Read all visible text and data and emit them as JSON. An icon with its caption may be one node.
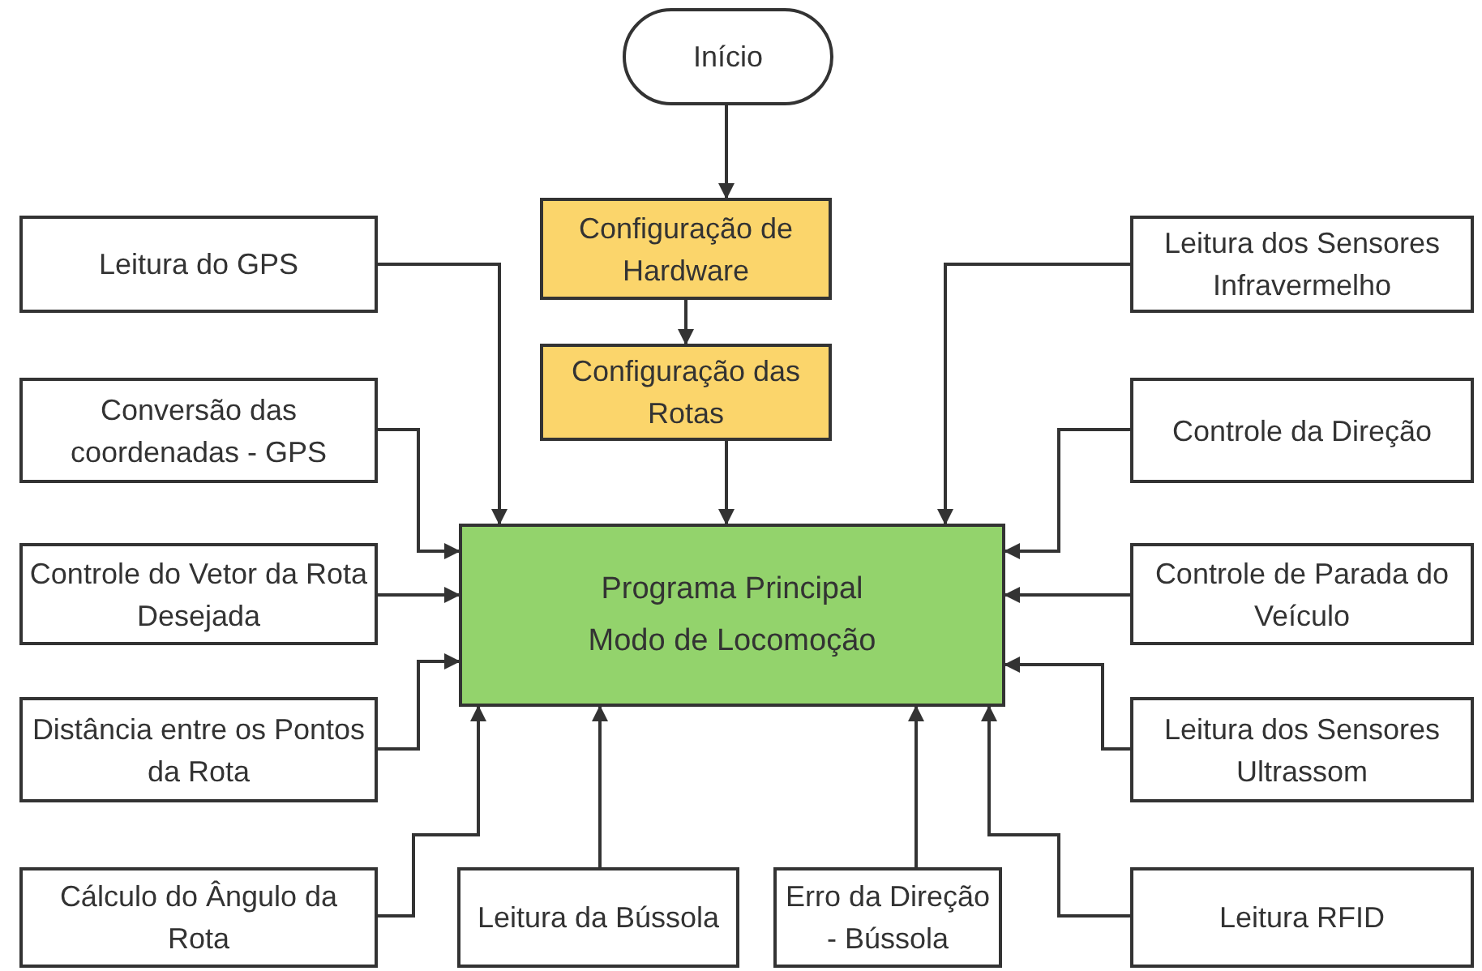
{
  "diagram": {
    "nodes": [
      {
        "text": [
          "Início"
        ]
      },
      {
        "text": [
          "Configuração de Hardware"
        ]
      },
      {
        "text": [
          "Configuração das Rotas"
        ]
      },
      {
        "text": [
          "Programa Principal Modo de Locomoção"
        ]
      },
      {
        "text": [
          "Leitura do GPS"
        ]
      },
      {
        "text": [
          "Conversão das coordenadas - GPS"
        ]
      },
      {
        "text": [
          "Controle do Vetor da Rota Desejada"
        ]
      },
      {
        "text": [
          "Distância entre os Pontos da Rota"
        ]
      },
      {
        "text": [
          "Cálculo do Ângulo da Rota"
        ]
      },
      {
        "text": [
          "Leitura da Bússola"
        ]
      },
      {
        "text": [
          "Erro da Direção - Bússola"
        ]
      },
      {
        "text": [
          "Leitura dos Sensores Infravermelho"
        ]
      },
      {
        "text": [
          "Controle da Direção"
        ]
      },
      {
        "text": [
          "Controle de Parada do Veículo"
        ]
      },
      {
        "text": [
          "Leitura dos Sensores Ultrassom"
        ]
      },
      {
        "text": [
          "Leitura RFID"
        ]
      }
    ],
    "edges": [
      {
        "from": 0,
        "to": 1,
        "arrow": "to"
      },
      {
        "from": 1,
        "to": 2,
        "arrow": "to"
      },
      {
        "from": 2,
        "to": 3,
        "arrow": "to"
      },
      {
        "from": 4,
        "to": 3,
        "arrow": "to"
      },
      {
        "from": 5,
        "to": 3,
        "arrow": "to"
      },
      {
        "from": 6,
        "to": 3,
        "arrow": "to"
      },
      {
        "from": 7,
        "to": 3,
        "arrow": "to"
      },
      {
        "from": 8,
        "to": 3,
        "arrow": "to"
      },
      {
        "from": 9,
        "to": 3,
        "arrow": "to"
      },
      {
        "from": 10,
        "to": 3,
        "arrow": "to"
      },
      {
        "from": 11,
        "to": 3,
        "arrow": "to"
      },
      {
        "from": 12,
        "to": 3,
        "arrow": "to"
      },
      {
        "from": 13,
        "to": 3,
        "arrow": "to"
      },
      {
        "from": 14,
        "to": 3,
        "arrow": "to"
      },
      {
        "from": 15,
        "to": 3,
        "arrow": "to"
      }
    ]
  }
}
